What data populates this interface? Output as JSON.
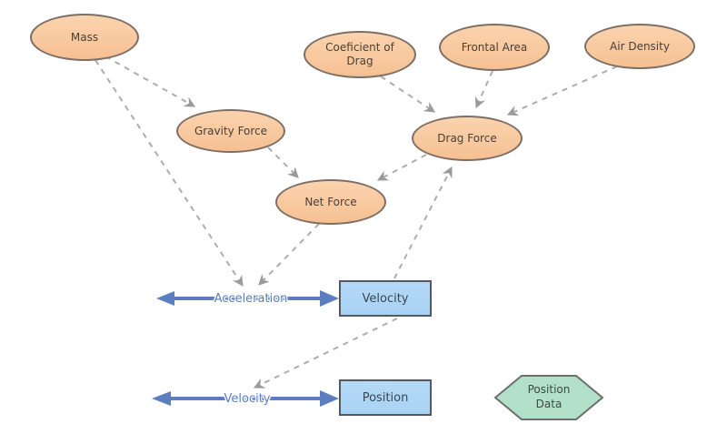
{
  "diagram": {
    "kind": "stock-and-flow-model",
    "variables": [
      {
        "id": "mass",
        "label": "Mass"
      },
      {
        "id": "coeficient-of-drag",
        "label": "Coeficient of Drag"
      },
      {
        "id": "frontal-area",
        "label": "Frontal Area"
      },
      {
        "id": "air-density",
        "label": "Air Density"
      },
      {
        "id": "gravity-force",
        "label": "Gravity Force"
      },
      {
        "id": "drag-force",
        "label": "Drag Force"
      },
      {
        "id": "net-force",
        "label": "Net Force"
      }
    ],
    "stocks": [
      {
        "id": "velocity",
        "label": "Velocity"
      },
      {
        "id": "position",
        "label": "Position"
      }
    ],
    "flows": [
      {
        "id": "acceleration-flow",
        "label": "Acceleration",
        "into": "Velocity"
      },
      {
        "id": "velocity-flow",
        "label": "Velocity",
        "into": "Position"
      }
    ],
    "converters": [
      {
        "id": "position-data",
        "label": "Position Data"
      }
    ],
    "links": [
      {
        "from": "Mass",
        "to": "Gravity Force"
      },
      {
        "from": "Mass",
        "to": "Acceleration"
      },
      {
        "from": "Gravity Force",
        "to": "Net Force"
      },
      {
        "from": "Drag Force",
        "to": "Net Force"
      },
      {
        "from": "Coeficient of Drag",
        "to": "Drag Force"
      },
      {
        "from": "Frontal Area",
        "to": "Drag Force"
      },
      {
        "from": "Air Density",
        "to": "Drag Force"
      },
      {
        "from": "Velocity",
        "to": "Drag Force"
      },
      {
        "from": "Net Force",
        "to": "Acceleration"
      },
      {
        "from": "Velocity",
        "to": "Velocity (flow)"
      }
    ],
    "colors": {
      "variable_fill": "#f8c89e",
      "variable_border": "#7e6f66",
      "stock_fill": "#a8d2f4",
      "stock_border": "#55585c",
      "converter_fill": "#b3e0c9",
      "converter_border": "#6f6f6f",
      "flow_blue": "#5c7ebe",
      "link_gray": "#acacac",
      "canvas_bg": "#ffffff"
    }
  }
}
